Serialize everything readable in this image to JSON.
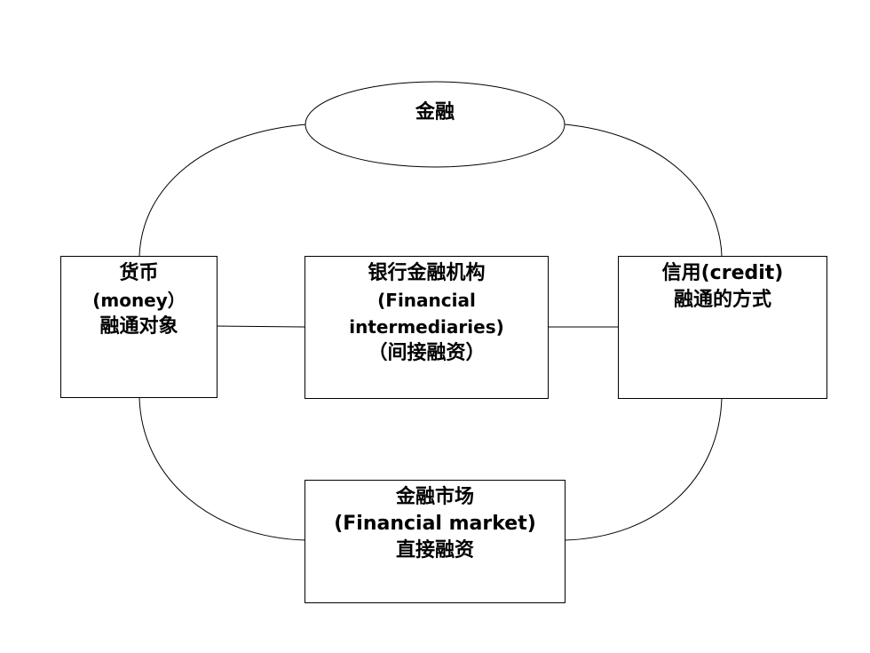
{
  "finance": {
    "label": "金融"
  },
  "money": {
    "line1": "货币",
    "line2": "(money）",
    "line3": "融通对象"
  },
  "intermediaries": {
    "line1": "银行金融机构",
    "line2": "(Financial",
    "line3": "intermediaries)",
    "line4": "（间接融资）"
  },
  "credit": {
    "line1": "信用(credit)",
    "line2": "融通的方式"
  },
  "market": {
    "line1": "金融市场",
    "line2": "(Financial market)",
    "line3": "直接融资"
  }
}
